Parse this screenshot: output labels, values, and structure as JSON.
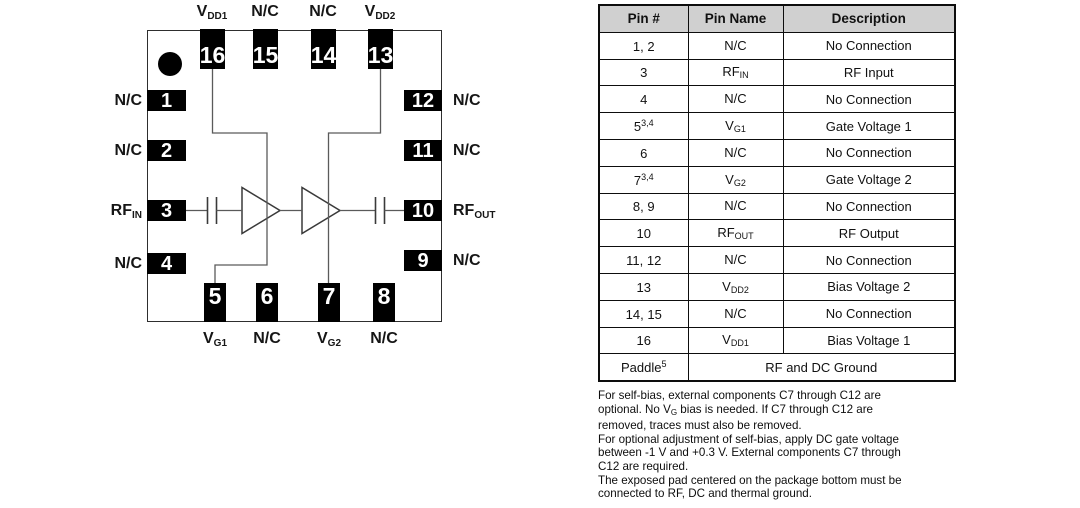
{
  "colors": {
    "table_header_bg": "#d0d0d0",
    "pin_fill": "#000000",
    "trace": "#5a5a5a"
  },
  "diagram": {
    "top_pins": [
      {
        "num": "16",
        "label_main": "V",
        "label_sub": "DD1"
      },
      {
        "num": "15",
        "label_main": "N/C",
        "label_sub": ""
      },
      {
        "num": "14",
        "label_main": "N/C",
        "label_sub": ""
      },
      {
        "num": "13",
        "label_main": "V",
        "label_sub": "DD2"
      }
    ],
    "left_pins": [
      {
        "num": "1",
        "label_main": "N/C",
        "label_sub": ""
      },
      {
        "num": "2",
        "label_main": "N/C",
        "label_sub": ""
      },
      {
        "num": "3",
        "label_main": "RF",
        "label_sub": "IN"
      },
      {
        "num": "4",
        "label_main": "N/C",
        "label_sub": ""
      }
    ],
    "right_pins": [
      {
        "num": "12",
        "label_main": "N/C",
        "label_sub": ""
      },
      {
        "num": "11",
        "label_main": "N/C",
        "label_sub": ""
      },
      {
        "num": "10",
        "label_main": "RF",
        "label_sub": "OUT"
      },
      {
        "num": "9",
        "label_main": "N/C",
        "label_sub": ""
      }
    ],
    "bottom_pins": [
      {
        "num": "5",
        "label_main": "V",
        "label_sub": "G1"
      },
      {
        "num": "6",
        "label_main": "N/C",
        "label_sub": ""
      },
      {
        "num": "7",
        "label_main": "V",
        "label_sub": "G2"
      },
      {
        "num": "8",
        "label_main": "N/C",
        "label_sub": ""
      }
    ]
  },
  "table": {
    "headers": [
      "Pin #",
      "Pin Name",
      "Description"
    ],
    "rows": [
      {
        "pin": "1, 2",
        "pin_sup": "",
        "name_main": "N/C",
        "name_sub": "",
        "desc": "No Connection"
      },
      {
        "pin": "3",
        "pin_sup": "",
        "name_main": "RF",
        "name_sub": "IN",
        "desc": "RF Input"
      },
      {
        "pin": "4",
        "pin_sup": "",
        "name_main": "N/C",
        "name_sub": "",
        "desc": "No Connection"
      },
      {
        "pin": "5",
        "pin_sup": "3,4",
        "name_main": "V",
        "name_sub": "G1",
        "desc": "Gate Voltage 1"
      },
      {
        "pin": "6",
        "pin_sup": "",
        "name_main": "N/C",
        "name_sub": "",
        "desc": "No Connection"
      },
      {
        "pin": "7",
        "pin_sup": "3,4",
        "name_main": "V",
        "name_sub": "G2",
        "desc": "Gate Voltage 2"
      },
      {
        "pin": "8, 9",
        "pin_sup": "",
        "name_main": "N/C",
        "name_sub": "",
        "desc": "No Connection"
      },
      {
        "pin": "10",
        "pin_sup": "",
        "name_main": "RF",
        "name_sub": "OUT",
        "desc": "RF Output"
      },
      {
        "pin": "11, 12",
        "pin_sup": "",
        "name_main": "N/C",
        "name_sub": "",
        "desc": "No Connection"
      },
      {
        "pin": "13",
        "pin_sup": "",
        "name_main": "V",
        "name_sub": "DD2",
        "desc": "Bias Voltage 2"
      },
      {
        "pin": "14, 15",
        "pin_sup": "",
        "name_main": "N/C",
        "name_sub": "",
        "desc": "No Connection"
      },
      {
        "pin": "16",
        "pin_sup": "",
        "name_main": "V",
        "name_sub": "DD1",
        "desc": "Bias Voltage 1"
      },
      {
        "pin": "Paddle",
        "pin_sup": "5",
        "desc": "RF and DC Ground"
      }
    ]
  },
  "notes": {
    "line1": "For self-bias, external components C7 through C12 are",
    "line2_pre": "optional.  No V",
    "line2_sub": "G",
    "line2_post": " bias is needed. If C7 through C12 are",
    "line3": "removed, traces must also be removed.",
    "line4": "For optional adjustment of self-bias, apply DC gate voltage",
    "line5": "between -1 V and +0.3 V. External components C7 through",
    "line6": "C12 are required.",
    "line7": "The exposed pad centered on the package bottom must be",
    "line8": "connected to RF, DC and thermal ground."
  }
}
